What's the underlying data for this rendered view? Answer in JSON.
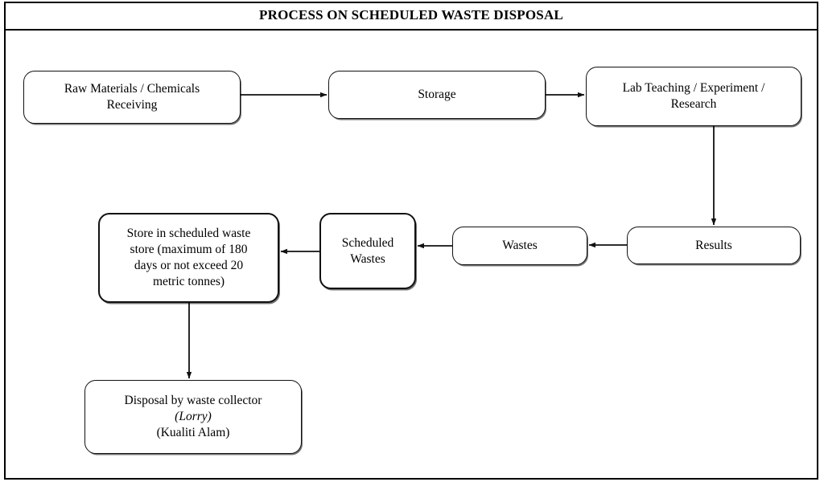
{
  "document": {
    "title": "PROCESS ON SCHEDULED WASTE DISPOSAL"
  },
  "chart_data": {
    "type": "diagram",
    "title": "PROCESS ON SCHEDULED WASTE DISPOSAL",
    "nodes": [
      {
        "id": "raw",
        "label": "Raw Materials / Chemicals Receiving",
        "lines": [
          "Raw Materials / Chemicals",
          "Receiving"
        ]
      },
      {
        "id": "storage",
        "label": "Storage",
        "lines": [
          "Storage"
        ]
      },
      {
        "id": "lab",
        "label": "Lab Teaching / Experiment / Research",
        "lines": [
          "Lab Teaching / Experiment /",
          "Research"
        ]
      },
      {
        "id": "results",
        "label": "Results",
        "lines": [
          "Results"
        ]
      },
      {
        "id": "wastes",
        "label": "Wastes",
        "lines": [
          "Wastes"
        ]
      },
      {
        "id": "schwaste",
        "label": "Scheduled Wastes",
        "lines": [
          "Scheduled",
          "Wastes"
        ]
      },
      {
        "id": "store",
        "label": "Store in scheduled waste store (maximum of 180 days or not exceed 20 metric tonnes)",
        "lines": [
          "Store in scheduled waste",
          "store (maximum of 180",
          "days or not exceed 20",
          "metric tonnes)"
        ]
      },
      {
        "id": "disposal",
        "label": "Disposal by waste collector (Lorry) (Kualiti Alam)",
        "lines": [
          "Disposal by waste collector",
          "(Lorry)",
          "(Kualiti Alam)"
        ],
        "italic_lines": [
          1
        ]
      }
    ],
    "edges": [
      {
        "from": "raw",
        "to": "storage",
        "direction": "right"
      },
      {
        "from": "storage",
        "to": "lab",
        "direction": "right"
      },
      {
        "from": "lab",
        "to": "results",
        "direction": "down"
      },
      {
        "from": "results",
        "to": "wastes",
        "direction": "left"
      },
      {
        "from": "wastes",
        "to": "schwaste",
        "direction": "left"
      },
      {
        "from": "schwaste",
        "to": "store",
        "direction": "left"
      },
      {
        "from": "store",
        "to": "disposal",
        "direction": "down"
      }
    ],
    "colors": {
      "stroke": "#111111",
      "background": "#ffffff",
      "text": "#000000"
    }
  }
}
